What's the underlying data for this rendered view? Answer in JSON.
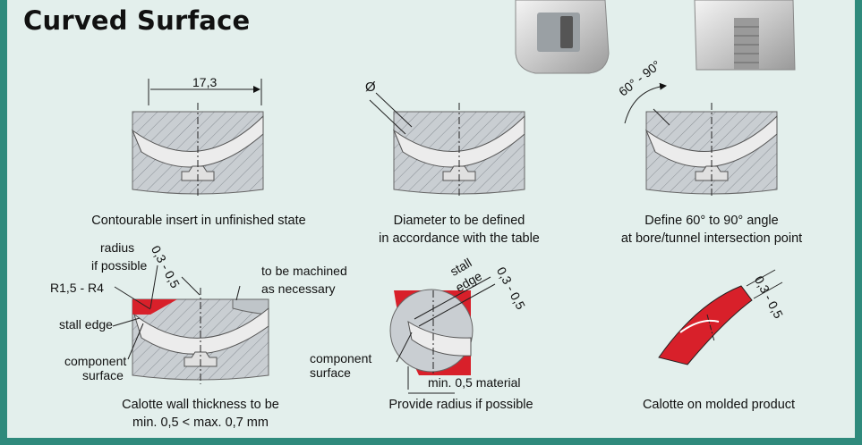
{
  "title": "Curved Surface",
  "panels": [
    {
      "caption_lines": [
        "Contourable insert in unfinished state"
      ],
      "dimension": "17,3"
    },
    {
      "caption_lines": [
        "Diameter to be defined",
        "in accordance with the table"
      ],
      "symbol": "Ø"
    },
    {
      "caption_lines": [
        "Define 60° to 90° angle",
        "at bore/tunnel intersection point"
      ],
      "angle": "60° - 90°"
    },
    {
      "caption_lines": [
        "Calotte wall thickness to be",
        "min. 0,5 < max. 0,7 mm"
      ],
      "labels": {
        "radius": "radius",
        "if_possible": "if possible",
        "r_range": "R1,5 - R4",
        "stall_edge": "stall edge",
        "component": "component",
        "surface": "surface",
        "thickness": "0,3 - 0,5",
        "machined_1": "to be machined",
        "machined_2": "as necessary"
      }
    },
    {
      "caption_lines": [
        "Provide radius if possible"
      ],
      "labels": {
        "stall": "stall",
        "edge": "edge",
        "thickness": "0,3 - 0,5",
        "component": "component",
        "surface": "surface",
        "material": "min. 0,5 material"
      }
    },
    {
      "caption_lines": [
        "Calotte on molded product"
      ],
      "labels": {
        "thickness": "0,3 - 0,5"
      }
    }
  ],
  "colors": {
    "frame": "#2f8a7c",
    "background": "#e3efec",
    "accent_red": "#d8202a",
    "block_gray": "#c9ced2"
  }
}
